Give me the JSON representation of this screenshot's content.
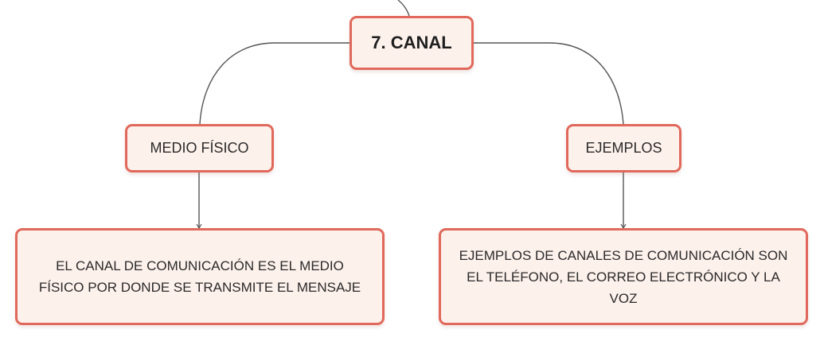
{
  "diagram": {
    "root": {
      "label": "7. CANAL"
    },
    "left": {
      "label": "MEDIO FÍSICO",
      "detail": "EL CANAL DE COMUNICACIÓN ES EL MEDIO FÍSICO POR DONDE SE TRANSMITE EL MENSAJE"
    },
    "right": {
      "label": "EJEMPLOS",
      "detail": "EJEMPLOS DE CANALES DE COMUNICACIÓN SON EL TELÉFONO, EL CORREO ELECTRÓNICO Y LA VOZ"
    }
  },
  "colors": {
    "node_border": "#e0695b",
    "node_fill": "#fdf1ec",
    "connector": "#555555"
  }
}
